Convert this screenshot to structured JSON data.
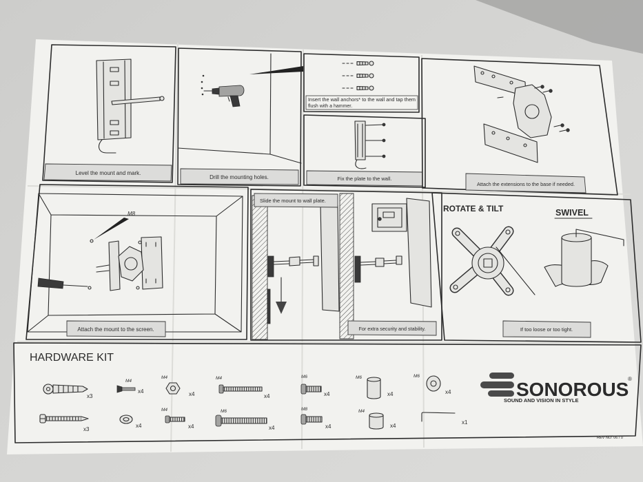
{
  "colors": {
    "floor": "#d4d4d2",
    "paper": "#f2f2ef",
    "ink": "#2b2b2b",
    "label": "#dcdcda",
    "logo": "#4a4a4a"
  },
  "steps": {
    "level_mark": "Level the mount and mark.",
    "drill_holes": "Drill the mounting holes.",
    "anchors_line1": "Insert the wall anchors* to the wall and tap them",
    "anchors_line2": "flush with a hammer.",
    "fix_plate": "Fix the plate to the wall.",
    "attach_extensions": "Attach the extensions to the base if needed.",
    "screw_size": "M8",
    "attach_screen": "Attach the mount to the screen.",
    "slide_mount": "Slide the mount to wall plate.",
    "extra_security": "For extra security and stability.",
    "rotate_tilt": "ROTATE & TILT",
    "swivel": "SWIVEL",
    "loose_tight": "If too loose or too tight."
  },
  "hardware": {
    "title": "HARDWARE KIT",
    "row1": [
      {
        "qty": "x3"
      },
      {
        "size": "M4",
        "qty": "x4"
      },
      {
        "size": "M4",
        "qty": "x4"
      },
      {
        "size": "M4",
        "qty": "x4"
      },
      {
        "size": "M6",
        "qty": "x4"
      },
      {
        "size": "M6",
        "qty": "x4"
      },
      {
        "size": "M6",
        "qty": "x4"
      }
    ],
    "row2": [
      {
        "qty": "x3"
      },
      {
        "qty": "x4"
      },
      {
        "size": "M4",
        "qty": "x4"
      },
      {
        "size": "M6",
        "qty": "x4"
      },
      {
        "size": "M8",
        "qty": "x4"
      },
      {
        "size": "M4",
        "qty": "x4"
      },
      {
        "qty": "x1"
      }
    ]
  },
  "brand": {
    "name": "SONOROUS",
    "mark": "®",
    "tagline": "SOUND AND VISION IN STYLE"
  },
  "revision": "REV NO: 06 / 0"
}
